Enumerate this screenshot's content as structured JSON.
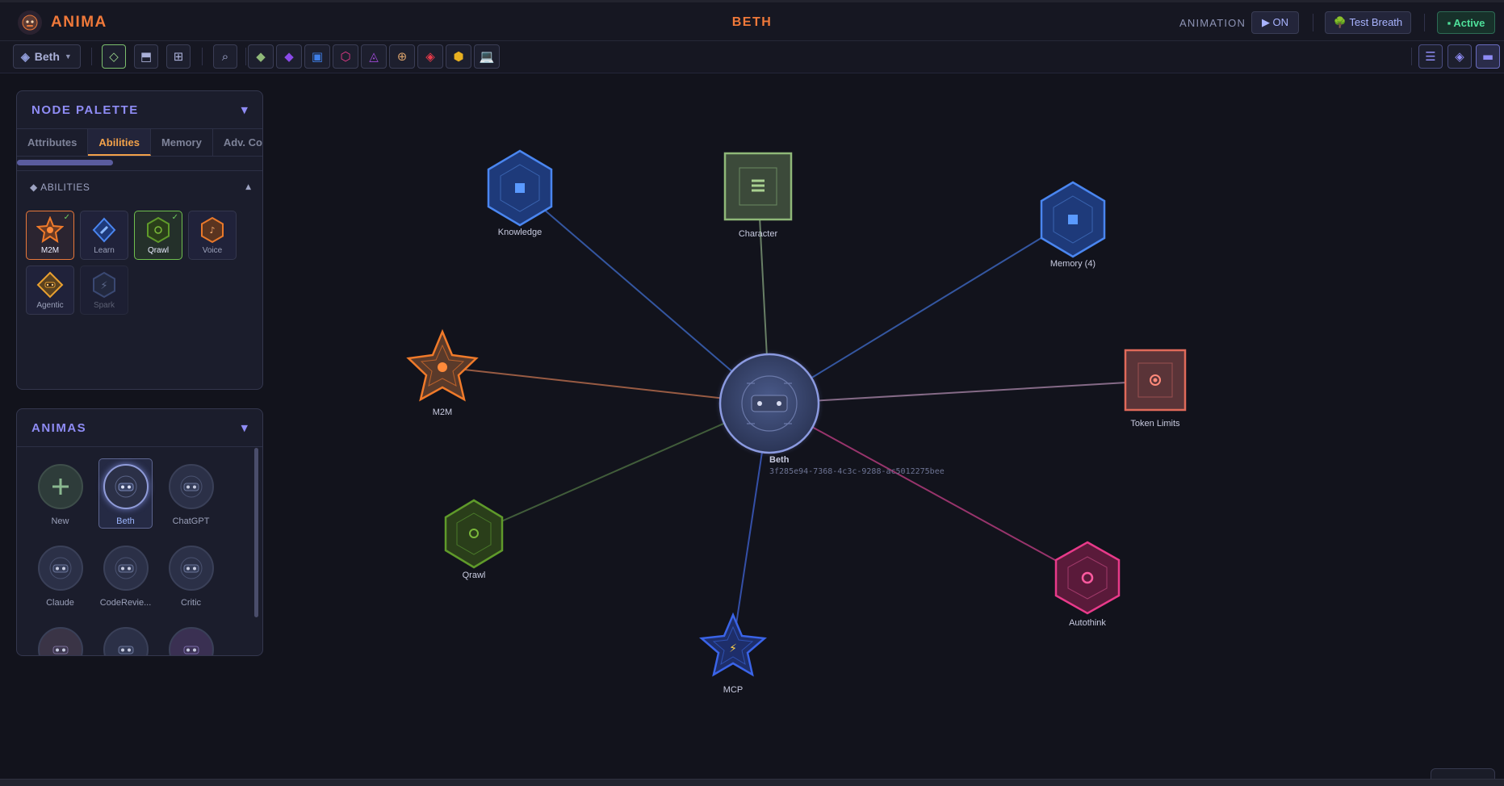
{
  "app": {
    "brand": "ANIMA",
    "title": "BETH",
    "animation_label": "ANIMATION",
    "on_button": "▶ ON",
    "test_breath_button": "🌳 Test Breath",
    "active_badge": "▪ Active"
  },
  "toolbar": {
    "selector_value": "Beth",
    "selector_icon": "diamond-icon"
  },
  "palette": {
    "title": "NODE PALETTE",
    "tabs": [
      "Attributes",
      "Abilities",
      "Memory",
      "Adv. Cog"
    ],
    "active_tab": "Abilities",
    "section_title": "◆ ABILITIES",
    "abilities": [
      {
        "label": "M2M",
        "state": "selected",
        "checked": true,
        "color": "#f07a2a"
      },
      {
        "label": "Learn",
        "state": "normal",
        "checked": false,
        "color": "#3f7fe8"
      },
      {
        "label": "Qrawl",
        "state": "selected",
        "checked": true,
        "color": "#5f9a2a"
      },
      {
        "label": "Voice",
        "state": "normal",
        "checked": false,
        "color": "#e8782a"
      },
      {
        "label": "Agentic",
        "state": "normal",
        "checked": false,
        "color": "#e8a030"
      },
      {
        "label": "Spark",
        "state": "disabled",
        "checked": false,
        "color": "#5a74b8"
      }
    ]
  },
  "animas": {
    "title": "ANIMAS",
    "items": [
      {
        "label": "New",
        "active": false,
        "kind": "add"
      },
      {
        "label": "Beth",
        "active": true,
        "kind": "anima"
      },
      {
        "label": "ChatGPT",
        "active": false,
        "kind": "anima"
      },
      {
        "label": "Claude",
        "active": false,
        "kind": "anima"
      },
      {
        "label": "CodeRevie...",
        "active": false,
        "kind": "anima"
      },
      {
        "label": "Critic",
        "active": false,
        "kind": "anima"
      },
      {
        "label": "",
        "active": false,
        "kind": "anima"
      },
      {
        "label": "",
        "active": false,
        "kind": "anima"
      },
      {
        "label": "",
        "active": false,
        "kind": "anima"
      }
    ]
  },
  "graph": {
    "center": {
      "label": "Beth",
      "id": "3f285e94-7368-4c3c-9288-ac5012275bee"
    },
    "nodes": [
      {
        "key": "knowledge",
        "label": "Knowledge",
        "color": "#3f7fe8"
      },
      {
        "key": "character",
        "label": "Character",
        "color": "#8fb878"
      },
      {
        "key": "memory",
        "label": "Memory (4)",
        "color": "#3f7fe8"
      },
      {
        "key": "m2m",
        "label": "M2M",
        "color": "#f07a2a"
      },
      {
        "key": "token",
        "label": "Token Limits",
        "color": "#e06a5a"
      },
      {
        "key": "qrawl",
        "label": "Qrawl",
        "color": "#5f9a2a"
      },
      {
        "key": "autothink",
        "label": "Autothink",
        "color": "#e83a8a"
      },
      {
        "key": "mcp",
        "label": "MCP",
        "color": "#3a64e8"
      }
    ]
  }
}
